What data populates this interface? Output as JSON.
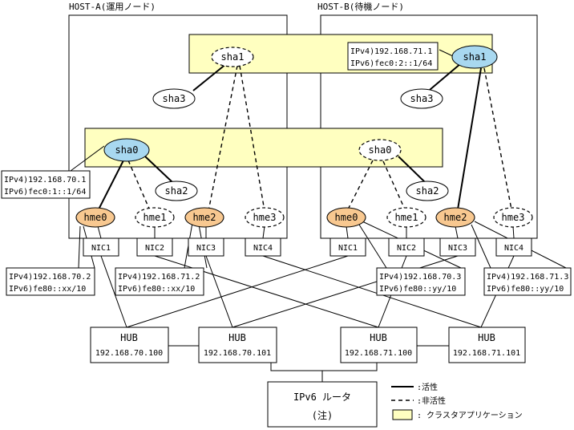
{
  "hosts": {
    "a_title": "HOST-A(運用ノード)",
    "b_title": "HOST-B(待機ノード)"
  },
  "host_a": {
    "sha0": "sha0",
    "sha1": "sha1",
    "sha2": "sha2",
    "sha3": "sha3",
    "hme0": "hme0",
    "hme1": "hme1",
    "hme2": "hme2",
    "hme3": "hme3",
    "nic1": "NIC1",
    "nic2": "NIC2",
    "nic3": "NIC3",
    "nic4": "NIC4",
    "sha0_addr_v4": "IPv4)192.168.70.1",
    "sha0_addr_v6": "IPv6)fec0:1::1/64",
    "hme0_addr_v4": "IPv4)192.168.70.2",
    "hme0_addr_v6": "IPv6)fe80::xx/10",
    "hme2_addr_v4": "IPv4)192.168.71.2",
    "hme2_addr_v6": "IPv6)fe80::xx/10"
  },
  "host_b": {
    "sha0": "sha0",
    "sha1": "sha1",
    "sha2": "sha2",
    "sha3": "sha3",
    "hme0": "hme0",
    "hme1": "hme1",
    "hme2": "hme2",
    "hme3": "hme3",
    "nic1": "NIC1",
    "nic2": "NIC2",
    "nic3": "NIC3",
    "nic4": "NIC4",
    "sha1_addr_v4": "IPv4)192.168.71.1",
    "sha1_addr_v6": "IPv6)fec0:2::1/64",
    "hme0_addr_v4": "IPv4)192.168.70.3",
    "hme0_addr_v6": "IPv6)fe80::yy/10",
    "hme2_addr_v4": "IPv4)192.168.71.3",
    "hme2_addr_v6": "IPv6)fe80::yy/10"
  },
  "hubs": [
    {
      "name": "HUB",
      "addr": "192.168.70.100"
    },
    {
      "name": "HUB",
      "addr": "192.168.70.101"
    },
    {
      "name": "HUB",
      "addr": "192.168.71.100"
    },
    {
      "name": "HUB",
      "addr": "192.168.71.101"
    }
  ],
  "router": {
    "name": "IPv6 ルータ",
    "note": "(注)"
  },
  "legend": {
    "active": ":活性",
    "inactive": ":非活性",
    "cluster_app": ": クラスタアプリケーション"
  },
  "colors": {
    "active_interface": "#a8d8f0",
    "physical_interface": "#f8c890",
    "cluster_app": "#ffffc0"
  }
}
